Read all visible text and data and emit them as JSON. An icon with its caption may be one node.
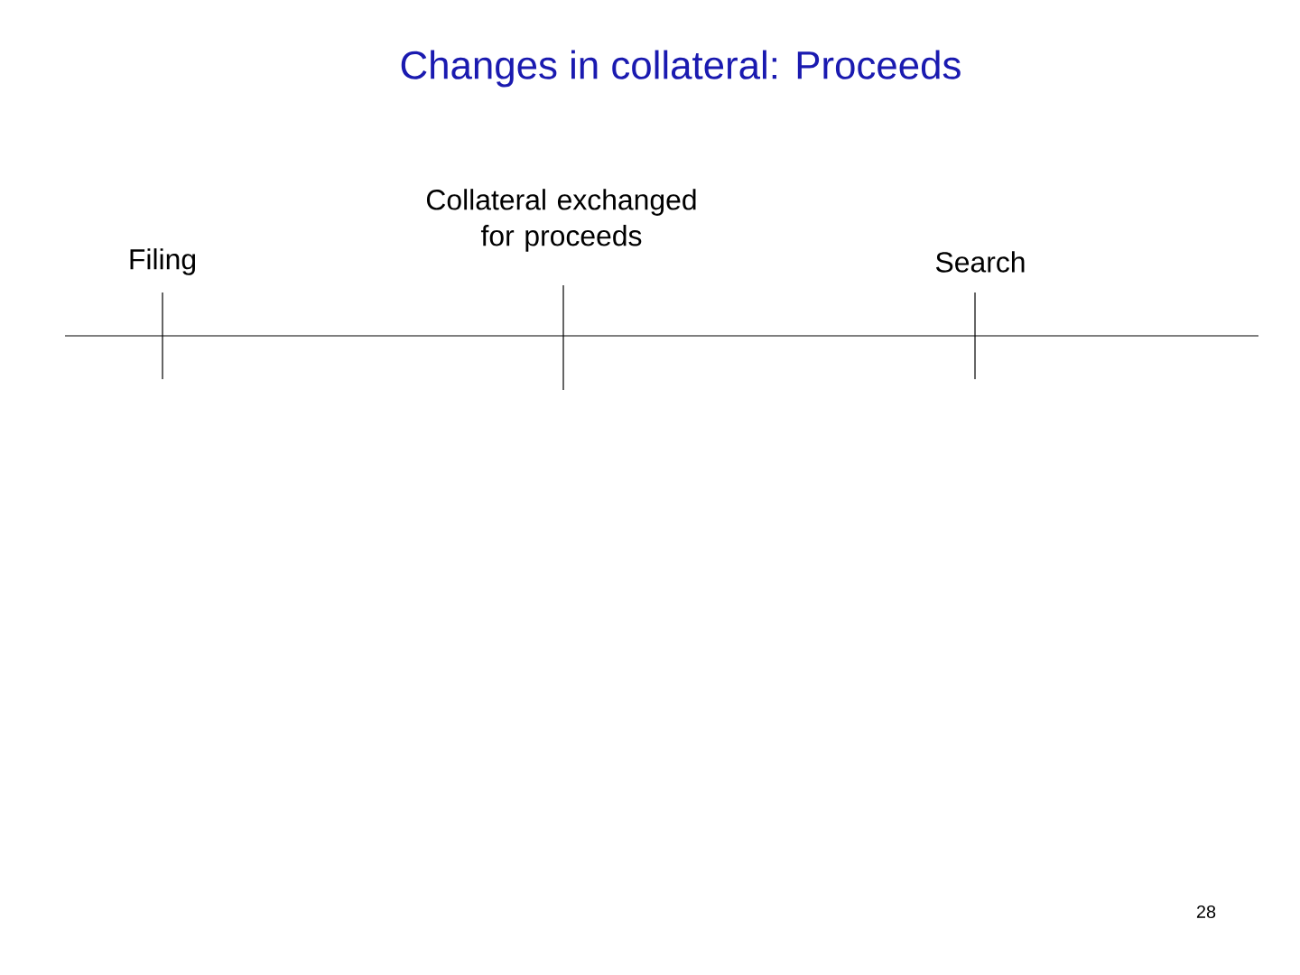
{
  "diagram": {
    "title": "Changes in collateral: Proceeds",
    "labels": [
      "Filing",
      "Collateral exchanged for proceeds",
      "Search",
      "28"
    ]
  }
}
